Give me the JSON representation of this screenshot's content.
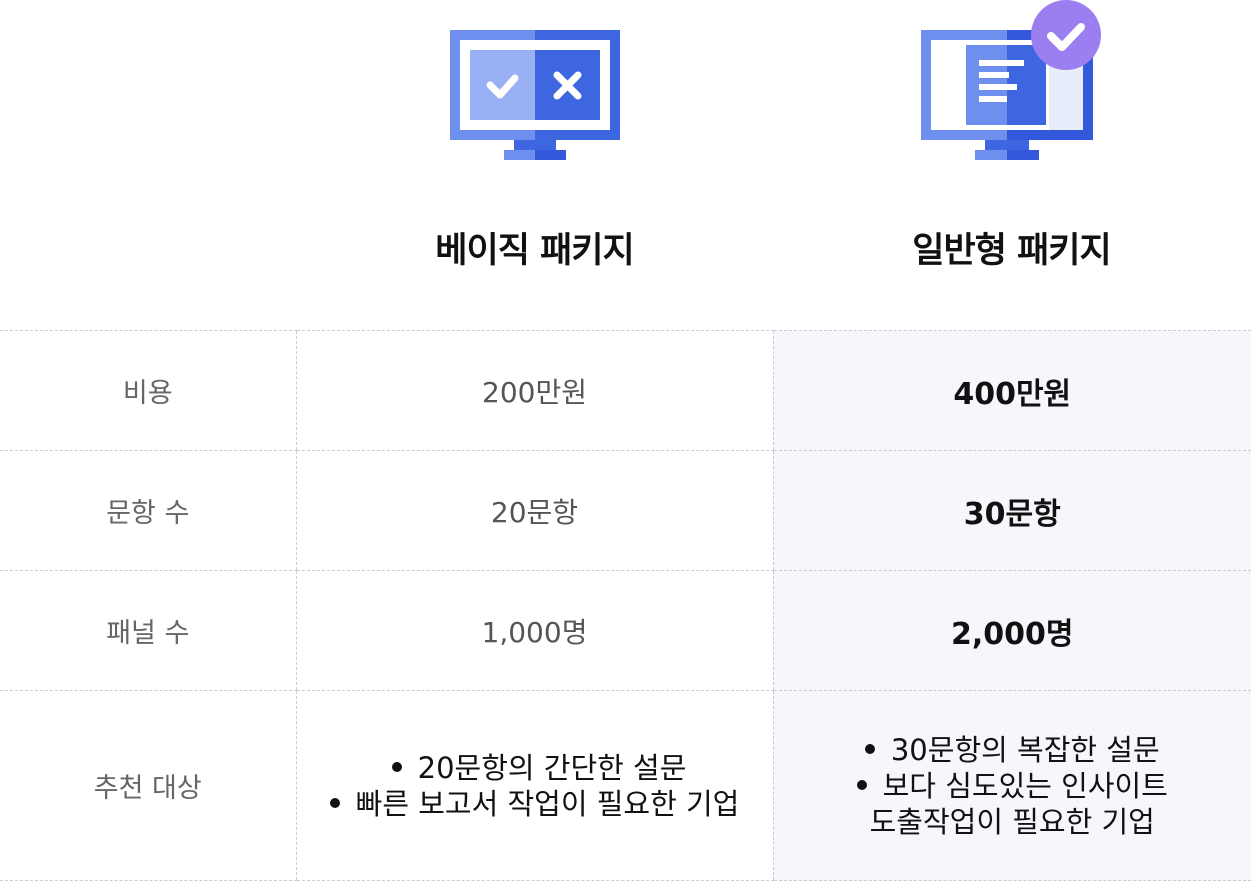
{
  "colors": {
    "monitor_light": "#6f8fee",
    "monitor_dark": "#3358da",
    "screen_bg": "#ffffff",
    "check_badge": "#9b7ff1",
    "general_column_bg": "#f6f7fd",
    "border": "#c9ccd6"
  },
  "packages": [
    {
      "name": "베이직 패키지",
      "icon": "check-x-monitor-icon"
    },
    {
      "name": "일반형 패키지",
      "icon": "document-monitor-icon",
      "badge_icon": "check-badge-icon"
    }
  ],
  "rows": [
    {
      "label": "비용",
      "basic": "200만원",
      "general": "400만원"
    },
    {
      "label": "문항 수",
      "basic": "20문항",
      "general": "30문항"
    },
    {
      "label": "패널 수",
      "basic": "1,000명",
      "general": "2,000명"
    },
    {
      "label": "추천 대상",
      "basic_lines": [
        "20문항의 간단한 설문",
        "빠른 보고서 작업이 필요한 기업"
      ],
      "general_lines": [
        "30문항의 복잡한 설문",
        "보다 심도있는 인사이트",
        "도출작업이 필요한 기업"
      ]
    }
  ]
}
